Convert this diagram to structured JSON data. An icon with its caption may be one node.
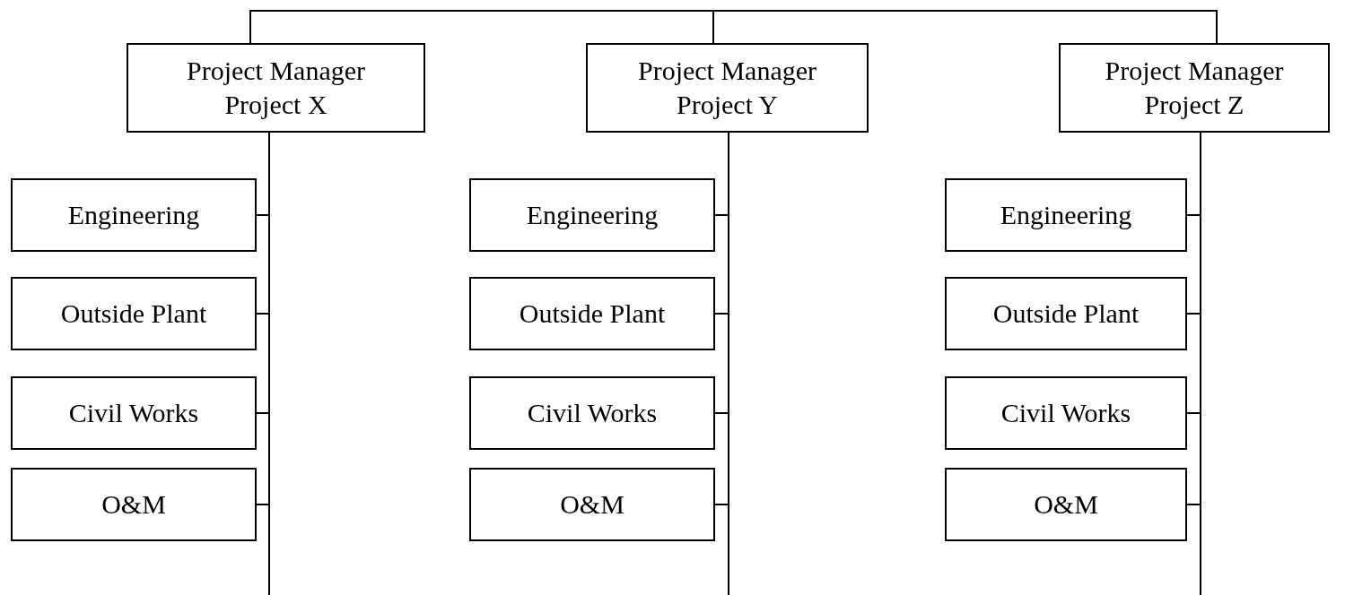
{
  "diagram": {
    "nodes": [
      {
        "text": [
          "Project Manager Project X"
        ]
      },
      {
        "text": [
          "Engineering"
        ]
      },
      {
        "text": [
          "Outside Plant"
        ]
      },
      {
        "text": [
          "Civil Works"
        ]
      },
      {
        "text": [
          "O&M"
        ]
      },
      {
        "text": [
          "Project Manager Project Y"
        ]
      },
      {
        "text": [
          "Engineering"
        ]
      },
      {
        "text": [
          "Outside Plant"
        ]
      },
      {
        "text": [
          "Civil Works"
        ]
      },
      {
        "text": [
          "O&M"
        ]
      },
      {
        "text": [
          "Project Manager Project Z"
        ]
      },
      {
        "text": [
          "Engineering"
        ]
      },
      {
        "text": [
          "Outside Plant"
        ]
      },
      {
        "text": [
          "Civil Works"
        ]
      },
      {
        "text": [
          "O&M"
        ]
      }
    ],
    "edges": [
      {
        "from": 0,
        "to": 5,
        "arrow": "none"
      },
      {
        "from": 5,
        "to": 10,
        "arrow": "none"
      },
      {
        "from": 0,
        "to": 1,
        "arrow": "none"
      },
      {
        "from": 0,
        "to": 2,
        "arrow": "none"
      },
      {
        "from": 0,
        "to": 3,
        "arrow": "none"
      },
      {
        "from": 0,
        "to": 4,
        "arrow": "none"
      },
      {
        "from": 5,
        "to": 6,
        "arrow": "none"
      },
      {
        "from": 5,
        "to": 7,
        "arrow": "none"
      },
      {
        "from": 5,
        "to": 8,
        "arrow": "none"
      },
      {
        "from": 5,
        "to": 9,
        "arrow": "none"
      },
      {
        "from": 10,
        "to": 11,
        "arrow": "none"
      },
      {
        "from": 10,
        "to": 12,
        "arrow": "none"
      },
      {
        "from": 10,
        "to": 13,
        "arrow": "none"
      },
      {
        "from": 10,
        "to": 14,
        "arrow": "none"
      }
    ]
  }
}
